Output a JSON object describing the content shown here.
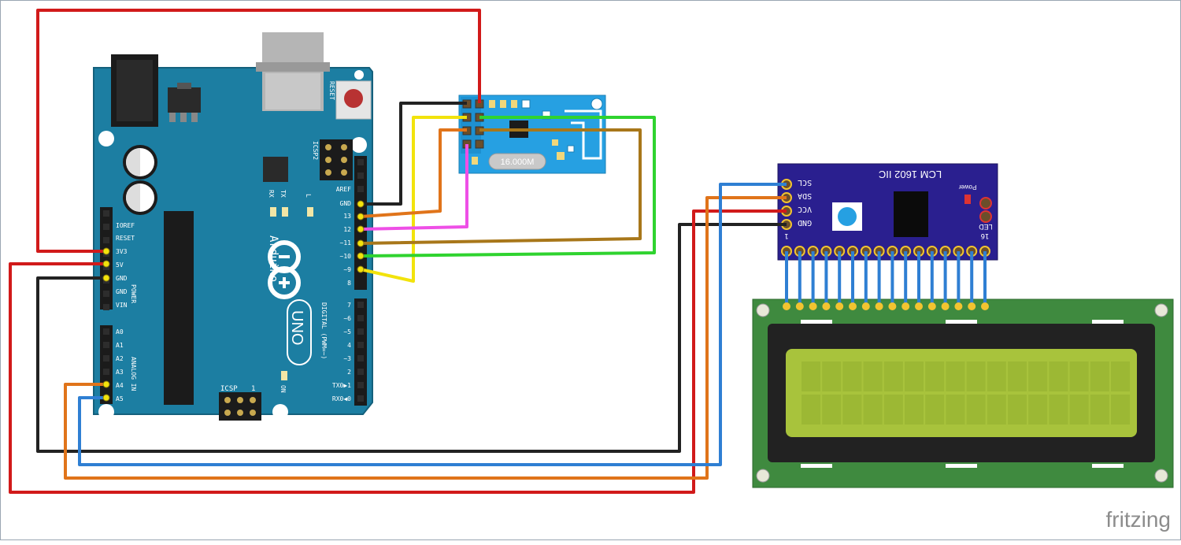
{
  "arduino": {
    "name_label": "Arduino",
    "model_label": "UNO",
    "reset_label": "RESET",
    "icsp2_label": "ICSP2",
    "icsp_label": "ICSP",
    "icsp_pin_one": "1",
    "tx_label": "TX",
    "rx_label": "RX",
    "l_label": "L",
    "on_label": "ON",
    "digital_label": "DIGITAL (PWM=~)",
    "power_label": "POWER",
    "analog_label": "ANALOG IN",
    "left_pins": [
      "IOREF",
      "RESET",
      "3V3",
      "5V",
      "GND",
      "GND",
      "VIN"
    ],
    "analog_pins": [
      "A0",
      "A1",
      "A2",
      "A3",
      "A4",
      "A5"
    ],
    "digital_top": [
      "AREF",
      "GND",
      "13",
      "12",
      "~11",
      "~10",
      "~9",
      "8"
    ],
    "digital_bottom": [
      "7",
      "~6",
      "~5",
      "4",
      "~3",
      "2",
      "TX0▶1",
      "RX0◀0"
    ]
  },
  "nrf_module": {
    "crystal_label": "16.000M"
  },
  "lcd_module": {
    "title": "LCM 1602 IIC",
    "power_label": "Power",
    "led_label": "LED",
    "pins": [
      "SCL",
      "SDA",
      "VCC",
      "GND"
    ],
    "pin_first": "1",
    "pin_last": "16"
  },
  "lcd_display": {
    "columns": 16,
    "rows": 2
  },
  "wires": [
    {
      "color": "#d11a1a",
      "from": "nrf_vcc",
      "to": "arduino_3v3"
    },
    {
      "color": "#222222",
      "from": "nrf_gnd",
      "to": "arduino_gnd"
    },
    {
      "color": "#f2e30c",
      "from": "nrf_ce",
      "to": "arduino_9"
    },
    {
      "color": "#e0741a",
      "from": "nrf_sck",
      "to": "arduino_13"
    },
    {
      "color": "#ee4fe6",
      "from": "nrf_miso",
      "to": "arduino_12"
    },
    {
      "color": "#a8771a",
      "from": "nrf_mosi",
      "to": "arduino_11"
    },
    {
      "color": "#2fd32f",
      "from": "nrf_csn",
      "to": "arduino_10"
    },
    {
      "color": "#2f7fd3",
      "from": "lcd_scl",
      "to": "arduino_a5"
    },
    {
      "color": "#e0741a",
      "from": "lcd_sda",
      "to": "arduino_a4"
    },
    {
      "color": "#d11a1a",
      "from": "lcd_vcc",
      "to": "arduino_5v"
    },
    {
      "color": "#222222",
      "from": "lcd_gnd",
      "to": "arduino_gnd"
    }
  ],
  "watermark": "fritzing",
  "colors": {
    "board": "#1c7ea2",
    "nrf": "#26a0e2",
    "lcd_backpack": "#2a1f8f",
    "lcd_pcb": "#3f8a3f",
    "lcd_screen": "#a8c33c"
  }
}
